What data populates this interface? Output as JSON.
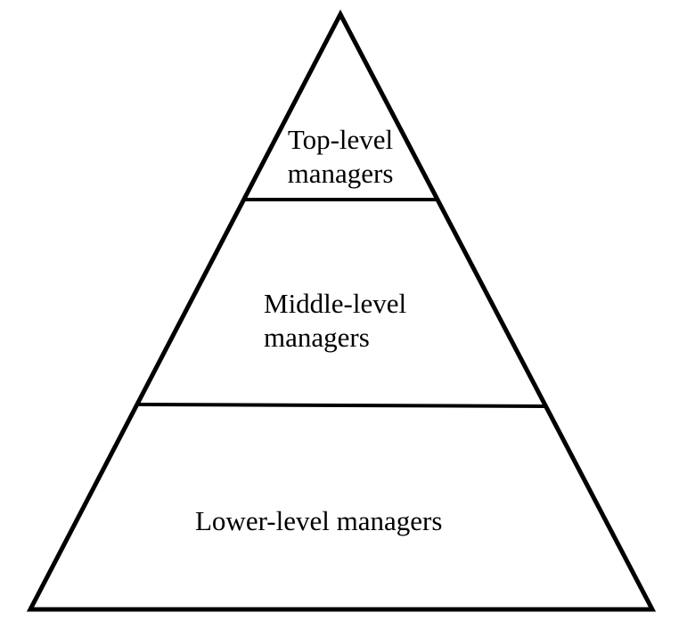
{
  "diagram": {
    "type": "pyramid",
    "stroke_color": "#000000",
    "fill_color": "#ffffff",
    "levels": [
      {
        "name": "top",
        "line1": "Top-level",
        "line2": "managers"
      },
      {
        "name": "middle",
        "line1": "Middle-level",
        "line2": "managers"
      },
      {
        "name": "lower",
        "line1": "Lower-level managers"
      }
    ]
  }
}
